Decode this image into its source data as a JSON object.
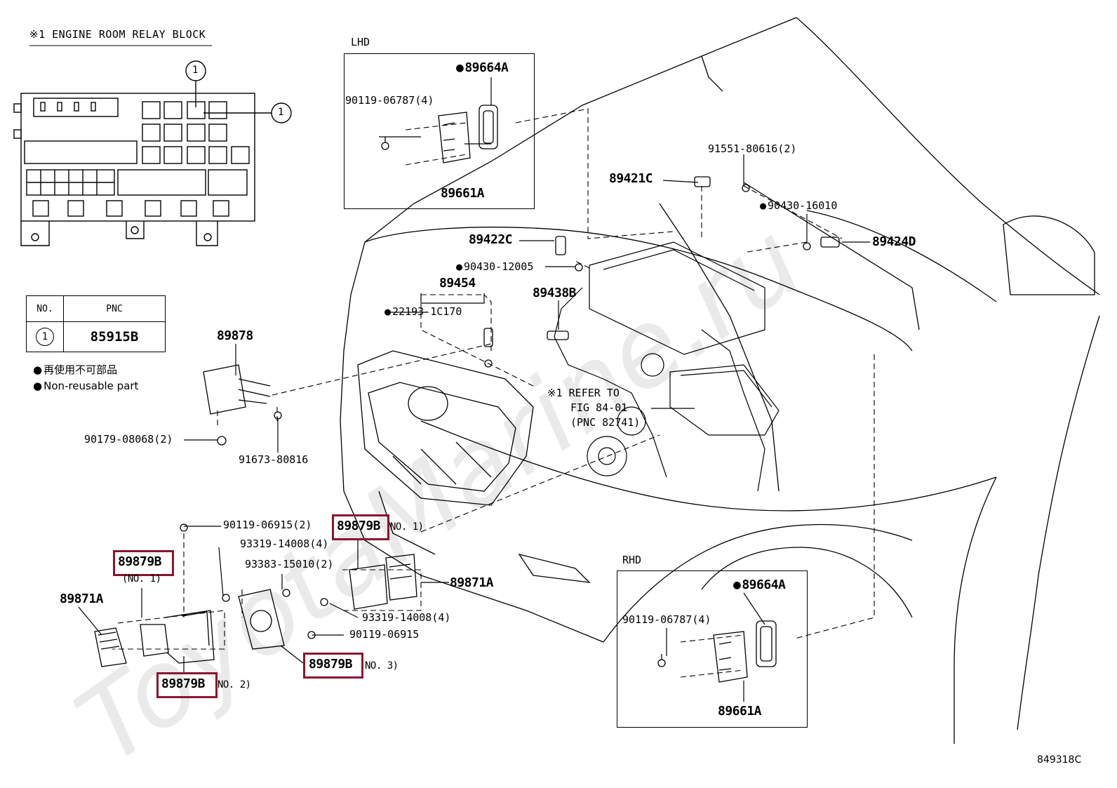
{
  "watermark": "ToyotaMarine.ru",
  "relay_block": {
    "title": "※1 ENGINE ROOM RELAY BLOCK",
    "callout_top": "1",
    "callout_right": "1"
  },
  "pnc_table": {
    "col_no": "NO.",
    "col_pnc": "PNC",
    "row_no": "1",
    "row_pnc": "85915B"
  },
  "legend": {
    "jp": "再使用不可部品",
    "en": "Non-reusable part"
  },
  "lhd": {
    "title": "LHD",
    "part_seal": "89664A",
    "part_bolt": "90119-06787(4)",
    "part_unit": "89661A"
  },
  "rhd": {
    "title": "RHD",
    "part_seal": "89664A",
    "part_bolt": "90119-06787(4)",
    "part_unit": "89661A"
  },
  "labels": {
    "p91551": "91551-80616(2)",
    "p89421c": "89421C",
    "p90430_16010": "90430-16010",
    "p89424d": "89424D",
    "p89422c": "89422C",
    "p90430_12005": "90430-12005",
    "p89454": "89454",
    "p89438b": "89438B",
    "p22193": "22193-1C170",
    "p89878": "89878",
    "refer1": "※1 REFER TO",
    "refer2": "FIG 84-01",
    "refer3": "(PNC 82741)",
    "p90179": "90179-08068(2)",
    "p91673": "91673-80816",
    "p90119_06915_2": "90119-06915(2)",
    "p89879b_top": "89879B",
    "no1_top": "NO. 1)",
    "p93319_a": "93319-14008(4)",
    "p93383": "93383-15010(2)",
    "p89879b_left": "89879B",
    "no1_left": "(NO. 1)",
    "p89871a_left": "89871A",
    "p89871a_right": "89871A",
    "p93319_b": "93319-14008(4)",
    "p90119_06915": "90119-06915",
    "p89879b_no2": "89879B",
    "no2": "NO. 2)",
    "p89879b_no3": "89879B",
    "no3": "NO. 3)",
    "fig_code": "849318C"
  },
  "colors": {
    "highlight": "#8b1530",
    "line": "#000000",
    "watermark": "#d9d9d9"
  }
}
